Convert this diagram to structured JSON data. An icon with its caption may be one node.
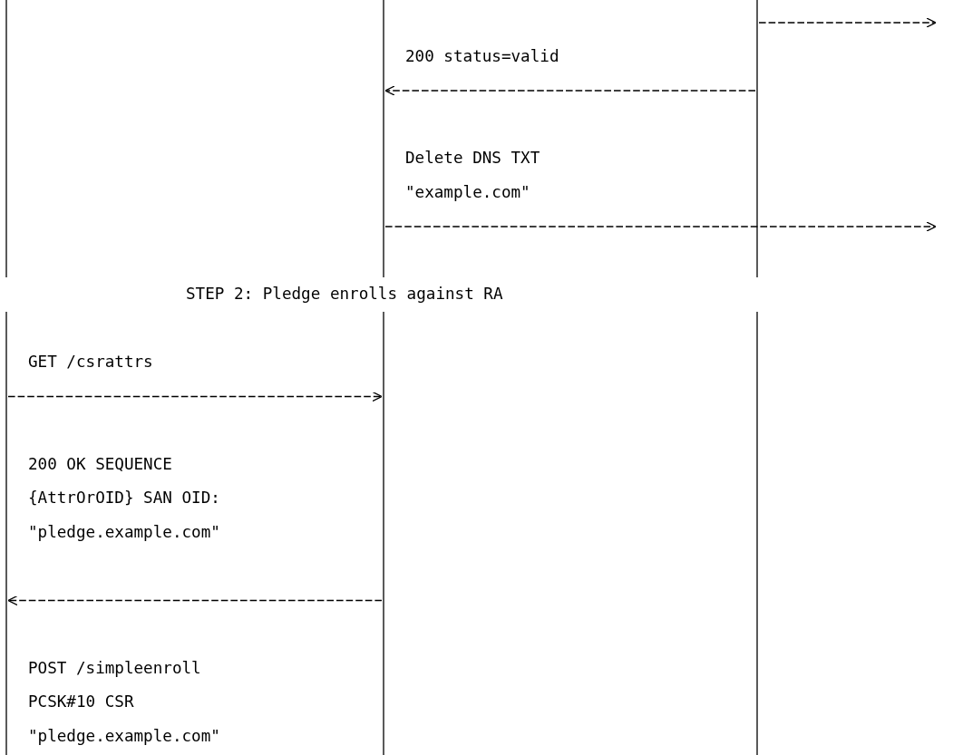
{
  "diagram": {
    "nodes": [
      {
        "text": [],
        "shape": "bar"
      },
      {
        "text": [],
        "shape": "bar"
      },
      {
        "text": [],
        "shape": "bar"
      }
    ],
    "edges": [
      {
        "from": 2,
        "to": null,
        "arrow": "to",
        "style": "dashed"
      },
      {
        "from": 2,
        "to": 1,
        "arrow": "to",
        "label": "200 status=valid",
        "style": "dashed"
      },
      {
        "from": 1,
        "to": null,
        "arrow": "to",
        "label": "Delete DNS TXT \"example.com\"",
        "style": "dashed"
      },
      {
        "from": 0,
        "to": 1,
        "arrow": "to",
        "label": "GET /csrattrs",
        "style": "dashed"
      },
      {
        "from": 1,
        "to": 0,
        "arrow": "to",
        "label": "200 OK SEQUENCE {AttrOrOID} SAN OID: \"pledge.example.com\"",
        "style": "dashed"
      }
    ],
    "labels": [
      "STEP 2: Pledge enrolls against RA",
      "POST /simpleenroll PCSK#10 CSR \"pledge.example.com\""
    ]
  }
}
